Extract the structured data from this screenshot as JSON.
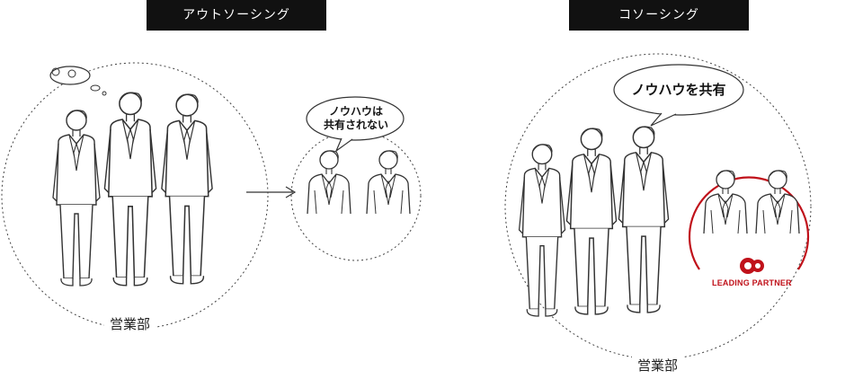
{
  "left": {
    "title": "アウトソーシング",
    "department": "営業部",
    "bubble_line1": "ノウハウは",
    "bubble_line2": "共有されない"
  },
  "right": {
    "title": "コソーシング",
    "department": "営業部",
    "bubble": "ノウハウを共有",
    "partner_label": "LEADING PARTNER"
  },
  "colors": {
    "label_bg": "#111111",
    "line": "#333333",
    "accent": "#c0111a"
  },
  "icons": [
    "person-figure",
    "speech-bubble",
    "thought-bubble",
    "arrow-right",
    "leading-partner-logo"
  ]
}
